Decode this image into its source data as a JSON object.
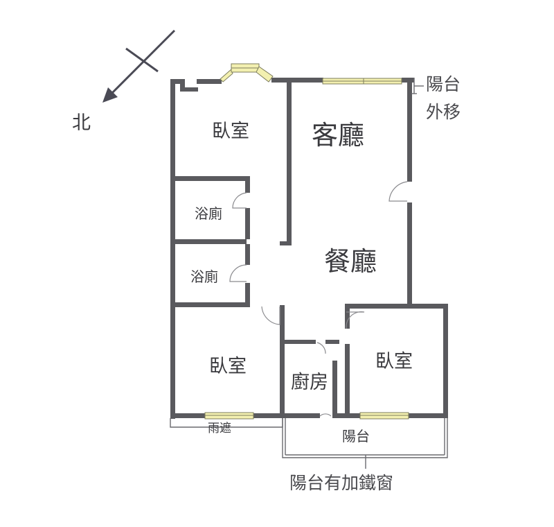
{
  "compass": {
    "label": "北"
  },
  "rooms": {
    "bedroom_top": "臥室",
    "living_room": "客廳",
    "bath_upper": "浴廁",
    "bath_lower": "浴廁",
    "dining_room": "餐廳",
    "bedroom_bottom_left": "臥室",
    "kitchen": "廚房",
    "bedroom_bottom_right": "臥室",
    "balcony": "陽台",
    "awning": "雨遮"
  },
  "notes": {
    "balcony_shift_line1": "陽台",
    "balcony_shift_line2": "外移",
    "balcony_iron_window": "陽台有加鐵窗"
  },
  "colors": {
    "wall": "#5a5a5e",
    "window": "#f3f0b0",
    "text": "#3a3a3e"
  }
}
